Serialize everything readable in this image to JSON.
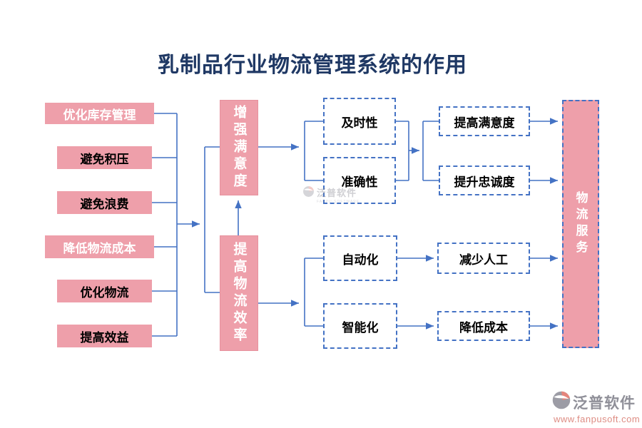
{
  "title": "乳制品行业物流管理系统的作用",
  "left_column": {
    "items": [
      {
        "label": "优化库存管理",
        "variant": "primary"
      },
      {
        "label": "避免积压",
        "variant": "secondary"
      },
      {
        "label": "避免浪费",
        "variant": "secondary"
      },
      {
        "label": "降低物流成本",
        "variant": "primary"
      },
      {
        "label": "优化物流",
        "variant": "secondary"
      },
      {
        "label": "提高效益",
        "variant": "secondary"
      }
    ]
  },
  "middle_column": {
    "top": "增强满意度",
    "bottom": "提高物流效率"
  },
  "factors": {
    "top": [
      "及时性",
      "准确性"
    ],
    "bottom": [
      "自动化",
      "智能化"
    ]
  },
  "outcomes": {
    "top": [
      "提高满意度",
      "提升忠诚度"
    ],
    "bottom": [
      "减少人工",
      "降低成本"
    ]
  },
  "result": {
    "label": "物流服务"
  },
  "watermark_center": {
    "brand": "泛普软件",
    "sub": "FANPU SOFTWARE"
  },
  "footer": {
    "brand": "泛普软件",
    "url": "www.fanpusoft.com"
  },
  "colors": {
    "node_pink": "#EE9FAA",
    "line_blue": "#4472C4",
    "title_navy": "#1F3864",
    "footer_url_pink": "#DE8D84"
  }
}
